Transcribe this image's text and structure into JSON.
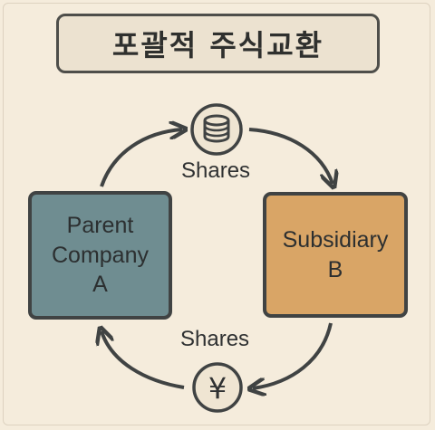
{
  "title": "포괄적 주식교환",
  "nodes": {
    "parent": "Parent\nCompany\nA",
    "subsidiary": "Subsidiary\nB"
  },
  "flows": {
    "top_label": "Shares",
    "bottom_label": "Shares",
    "top_icon": "coin-stack-icon",
    "bottom_icon": "yen-icon",
    "bottom_symbol": "¥"
  },
  "colors": {
    "background": "#f5ecdc",
    "parent_fill": "#6f8d91",
    "subsidiary_fill": "#d9a566",
    "outline": "#404343"
  }
}
